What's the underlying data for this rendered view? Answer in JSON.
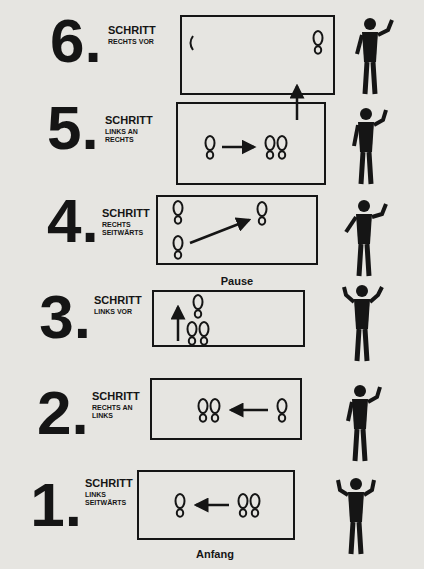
{
  "diagram": {
    "nodes": [
      {
        "text": [
          "6.",
          "SCHRITT",
          "RECHTS VOR"
        ]
      },
      {
        "text": [
          "5.",
          "SCHRITT",
          "LINKS AN RECHTS"
        ]
      },
      {
        "text": [
          "4.",
          "SCHRITT",
          "RECHTS SEITWÄRTS"
        ]
      },
      {
        "text": [
          "3.",
          "SCHRITT",
          "LINKS VOR"
        ]
      },
      {
        "text": [
          "2.",
          "SCHRITT",
          "RECHTS AN LINKS"
        ]
      },
      {
        "text": [
          "1.",
          "SCHRITT",
          "LINKS SEITWÄRTS"
        ]
      }
    ],
    "labels": [
      "Pause",
      "Anfang"
    ]
  }
}
